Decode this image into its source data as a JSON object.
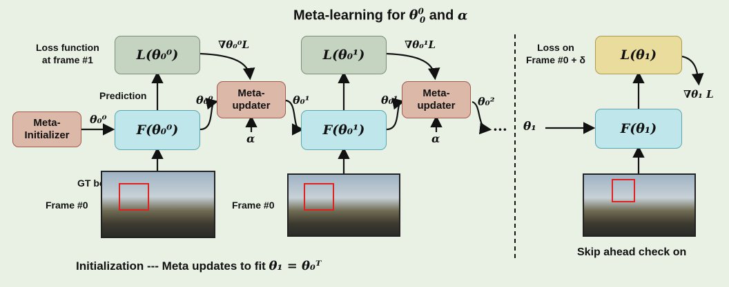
{
  "title": {
    "text": "Meta-learning for ",
    "theta": "θ",
    "sup": "0",
    "sub": "0",
    "and": " and ",
    "alpha": "α"
  },
  "labels": {
    "loss_function": "Loss function\nat frame #1",
    "prediction": "Prediction",
    "gt_box": "GT box",
    "frame0_a": "Frame #0",
    "frame0_b": "Frame #0",
    "loss_on": "Loss on\nFrame #0 + δ",
    "skip_ahead": "Skip ahead check on",
    "initialization": "Initialization --- Meta updates to fit "
  },
  "boxes": {
    "meta_initializer": "Meta-\nInitializer",
    "meta_updater_1": "Meta-\nupdater",
    "meta_updater_2": "Meta-\nupdater"
  },
  "math": {
    "loss_1": "L(θ₀⁰)",
    "loss_2": "L(θ₀¹)",
    "loss_3": "L(θ₁)",
    "net_1": "F(θ₀⁰)",
    "net_2": "F(θ₀¹)",
    "net_3": "F(θ₁)",
    "grad_1": "∇θ₀⁰L",
    "grad_2": "∇θ₀¹L",
    "grad_3": "∇θ₁ L",
    "theta00_in": "θ₀⁰",
    "theta00_side": "θ₀⁰",
    "theta01_out": "θ₀¹",
    "theta01_side": "θ₀¹",
    "theta02_out": "θ₀²",
    "alpha_1": "α",
    "alpha_2": "α",
    "theta1": "θ₁",
    "ellipsis": "···",
    "init_eq": "θ₁ = θ₀ᵀ"
  },
  "colors": {
    "background": "#e9f1e5",
    "loss_fill": "#c5d3c1",
    "loss_fill_highlight": "#e9dc9c",
    "net_fill": "#bfe6ea",
    "meta_fill": "#dcb8a8",
    "gt_box": "#e02020"
  }
}
